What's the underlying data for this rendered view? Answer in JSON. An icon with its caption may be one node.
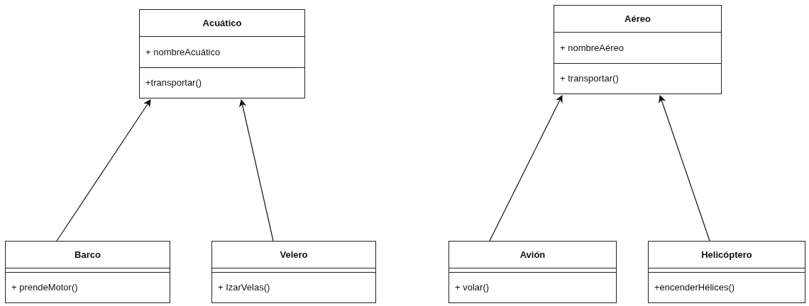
{
  "diagram": {
    "nodes": [
      {
        "text": [
          "Acuático",
          "+ nombreAcuático",
          "+transportar()"
        ]
      },
      {
        "text": [
          "Aéreo",
          "+ nombreAéreo",
          "+ transportar()"
        ]
      },
      {
        "text": [
          "Barco",
          "+ prendeMotor()"
        ]
      },
      {
        "text": [
          "Velero",
          "+ IzarVelas()"
        ]
      },
      {
        "text": [
          "Avión",
          "+ volar()"
        ]
      },
      {
        "text": [
          "Helicóptero",
          "+encenderHélices()"
        ]
      }
    ],
    "edges": [
      {
        "from": 2,
        "to": 0,
        "arrow": "to"
      },
      {
        "from": 3,
        "to": 0,
        "arrow": "to"
      },
      {
        "from": 4,
        "to": 1,
        "arrow": "to"
      },
      {
        "from": 5,
        "to": 1,
        "arrow": "to"
      }
    ]
  }
}
